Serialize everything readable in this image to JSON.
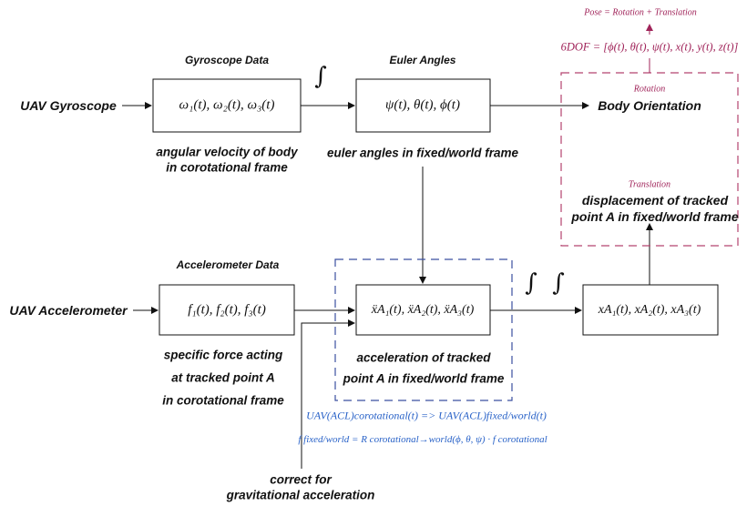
{
  "pose": "Pose = Rotation + Translation",
  "six_dof": "6DOF = [ϕ(t), θ(t), ψ(t), x(t), y(t), z(t)]",
  "top_row": {
    "source": "UAV Gyroscope",
    "gyro_label": "Gyroscope Data",
    "gyro_box": "ω₁(t), ω₂(t), ω₃(t)",
    "gyro_desc_1": "angular velocity of body",
    "gyro_desc_2": "in corotational frame",
    "integral": "∫",
    "euler_label": "Euler Angles",
    "euler_box": "ψ(t), θ(t), ϕ(t)",
    "euler_desc": "euler angles in fixed/world frame"
  },
  "pose_box": {
    "rotation_label": "Rotation",
    "rotation_text": "Body Orientation",
    "translation_label": "Translation",
    "translation_text_1": "displacement of tracked",
    "translation_text_2": "point A in fixed/world frame",
    "color": "#a0245a"
  },
  "bottom_row": {
    "source": "UAV Accelerometer",
    "acc_label": "Accelerometer Data",
    "acc_box": "f₁(t), f₂(t), f₃(t)",
    "acc_desc_1": "specific force acting",
    "acc_desc_2": "at tracked point A",
    "acc_desc_3": "in corotational frame",
    "accel_box": "ẍA₁(t), ẍA₂(t), ẍA₃(t)",
    "accel_desc_1": "acceleration of tracked",
    "accel_desc_2": "point A in fixed/world frame",
    "double_integral": "∫  ∫",
    "pos_box": "xA₁(t), xA₂(t), xA₃(t)",
    "gravity_1": "correct for",
    "gravity_2": "gravitational acceleration"
  },
  "transform": {
    "eq1": "UAV(ACL)corotational(t) => UAV(ACL)fixed/world(t)",
    "eq2": "f fixed/world = R corotational→world(ϕ, θ, ψ) · f corotational",
    "color": "#2a63c8"
  }
}
